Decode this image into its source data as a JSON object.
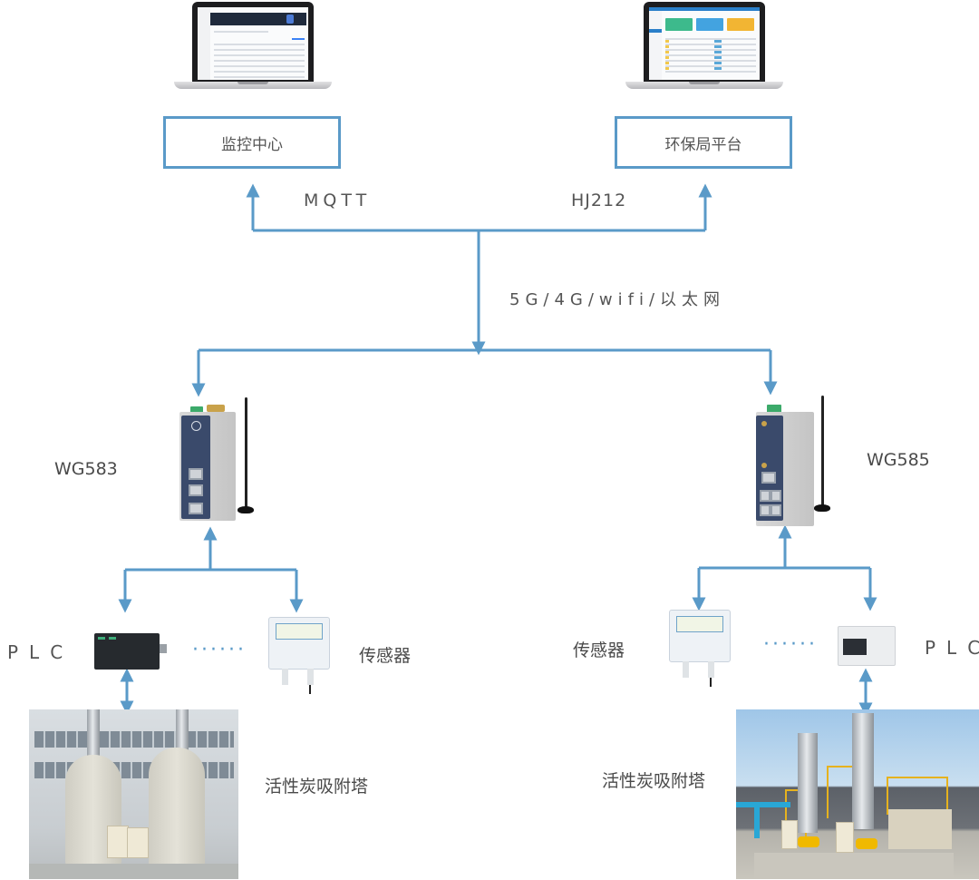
{
  "diagram": {
    "title": "",
    "platforms": [
      {
        "id": "monitoring",
        "label": "监控中心",
        "device": "laptop",
        "screen_style": "dark-banner-table"
      },
      {
        "id": "epb",
        "label": "环保局平台",
        "device": "laptop",
        "screen_style": "colored-cards-table"
      }
    ],
    "protocols": {
      "left": "MQTT",
      "right": "HJ212"
    },
    "network_label": "5G/4G/wifi/以太网",
    "gateways": [
      {
        "id": "wg583",
        "model": "WG583",
        "side": "left"
      },
      {
        "id": "wg585",
        "model": "WG585",
        "side": "right"
      }
    ],
    "field_devices": {
      "left": {
        "plc_label": "PLC",
        "sensor_label": "传感器",
        "ellipsis": "······"
      },
      "right": {
        "plc_label": "PLC",
        "sensor_label": "传感器",
        "ellipsis": "······"
      }
    },
    "equipment": {
      "left": {
        "label": "活性炭吸附塔",
        "photo": "indoor-style twin beige adsorption towers"
      },
      "right": {
        "label": "活性炭吸附塔",
        "photo": "outdoor steel stacks with yellow fans"
      }
    },
    "colors": {
      "connector": "#5a9ac8",
      "box_border": "#5a9ac8",
      "text": "#555555"
    }
  }
}
